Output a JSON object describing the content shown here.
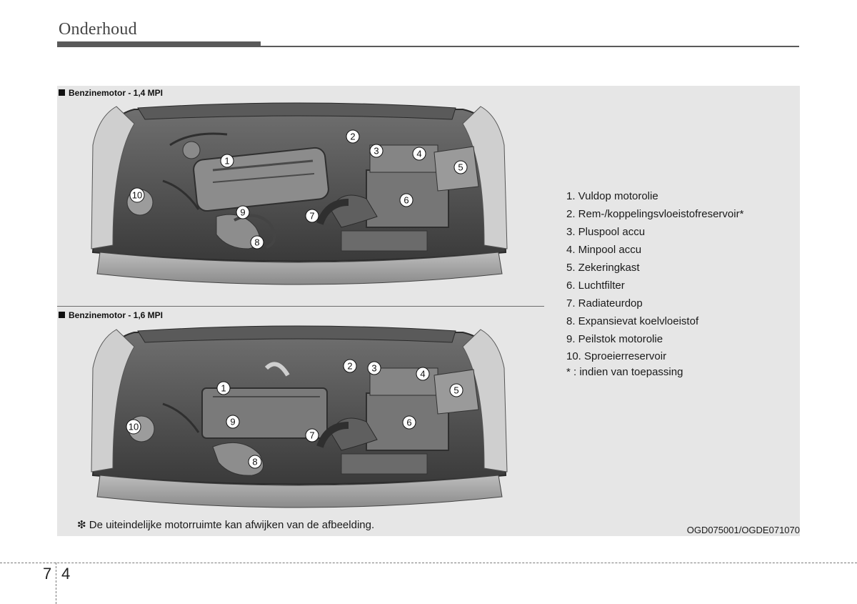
{
  "header": {
    "title": "Onderhoud"
  },
  "sections": [
    {
      "label": "Benzinemotor - 1,4 MPI"
    },
    {
      "label": "Benzinemotor - 1,6 MPI"
    }
  ],
  "callouts": [
    "1",
    "2",
    "3",
    "4",
    "5",
    "6",
    "7",
    "8",
    "9",
    "10"
  ],
  "legend": {
    "items": [
      "1. Vuldop motorolie",
      "2. Rem-/koppelingsvloeistofreservoir*",
      "3. Pluspool accu",
      "4. Minpool accu",
      "5. Zekeringkast",
      "6. Luchtfilter",
      "7. Radiateurdop",
      "8. Expansievat koelvloeistof",
      "9. Peilstok motorolie",
      "10. Sproeierreservoir"
    ],
    "note": "* : indien van toepassing"
  },
  "footnote": "❇ De uiteindelijke motorruimte kan afwijken van de afbeelding.",
  "image_code": "OGD075001/OGDE071070",
  "page": {
    "chapter": "7",
    "number": "4"
  }
}
